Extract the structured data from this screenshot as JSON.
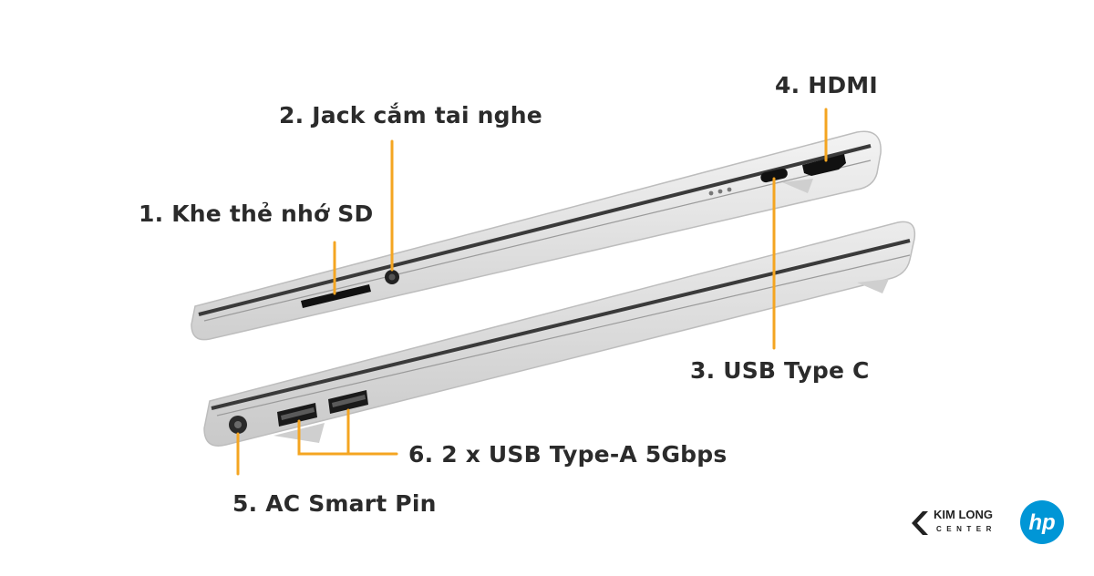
{
  "labels": {
    "sd": "1. Khe thẻ nhớ SD",
    "jack": "2. Jack cắm tai nghe",
    "usbc": "3. USB Type C",
    "hdmi": "4. HDMI",
    "ac": "5. AC Smart Pin",
    "usba": "6. 2 x USB Type-A 5Gbps"
  },
  "brand": {
    "kimlong_name": "KIM LONG",
    "kimlong_sub": "CENTER",
    "hp": "hp"
  },
  "colors": {
    "callout": "#f4a521",
    "label_text": "#2b2b2b",
    "chassis": "#e4e4e4",
    "hp_blue": "#0096d6"
  }
}
